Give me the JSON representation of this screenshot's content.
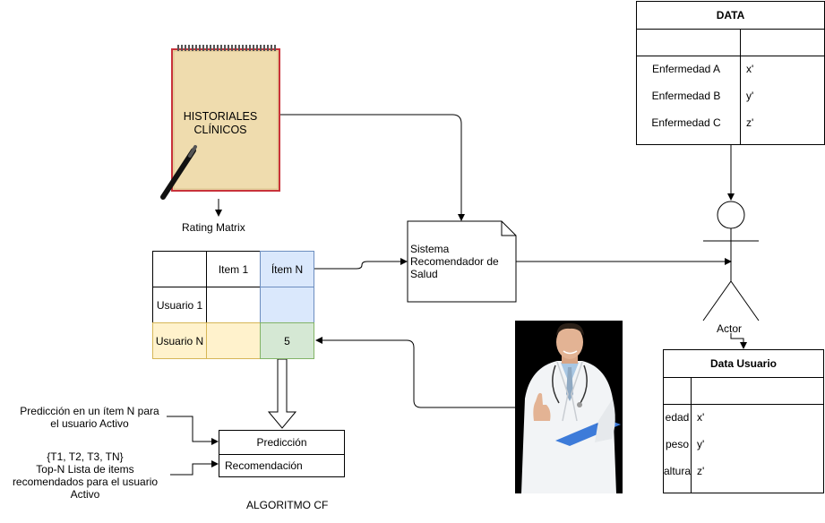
{
  "notebook": {
    "title_line1": "HISTORIALES",
    "title_line2": "CLÍNICOS"
  },
  "rating_matrix": {
    "label": "Rating Matrix",
    "col_headers": [
      "Item 1",
      "Ítem N"
    ],
    "row_headers": [
      "Usuario 1",
      "Usuario N"
    ],
    "value": "5"
  },
  "recommender": {
    "line1": "Sistema",
    "line2": "Recomendador de",
    "line3": "Salud"
  },
  "data_table": {
    "title": "DATA",
    "rows": [
      {
        "key": "Enfermedad A",
        "value": "x'"
      },
      {
        "key": "Enfermedad B",
        "value": "y'"
      },
      {
        "key": "Enfermedad C",
        "value": "z'"
      }
    ]
  },
  "actor": {
    "label": "Actor"
  },
  "user_table": {
    "title": "Data Usuario",
    "rows": [
      {
        "key": "edad",
        "value": "x'"
      },
      {
        "key": "peso",
        "value": "y'"
      },
      {
        "key": "altura",
        "value": "z'"
      }
    ]
  },
  "algorithm": {
    "prediction": "Predicción",
    "recommendation": "Recomendación",
    "caption": "ALGORITMO CF"
  },
  "notes": {
    "prediction_line1": "Predicción en un ítem N para",
    "prediction_line2": "el usuario Activo",
    "topn_line1": "{T1, T2, T3, TN}",
    "topn_line2": "Top-N Lista de items",
    "topn_line3": "recomendados para el usuario",
    "topn_line4": "Activo"
  },
  "colors": {
    "notebook_paper": "#efdcae",
    "notebook_border": "#c8323a",
    "item_n_fill": "#dae8fc",
    "usuario_n_fill": "#fff2cc",
    "value_fill": "#d5e8d4",
    "doctor_bg": "#000000"
  },
  "icons": {
    "pencil": "pencil-icon",
    "doctor": "doctor-photo",
    "actor": "stick-figure-icon"
  }
}
